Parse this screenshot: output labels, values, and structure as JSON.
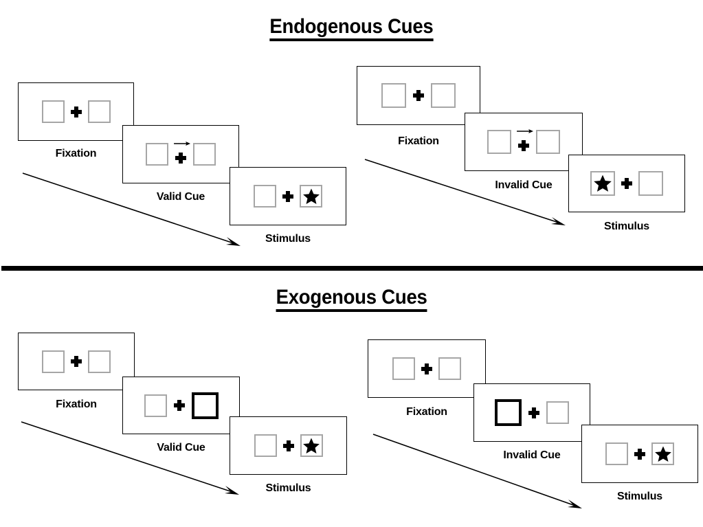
{
  "figure": {
    "sections": [
      {
        "id": "endogenous",
        "title": "Endogenous Cues",
        "sequences": [
          {
            "id": "endogenous-valid",
            "cue_type": "valid",
            "panels": [
              {
                "label": "Fixation",
                "left_box": {
                  "style": "normal",
                  "content": "empty"
                },
                "right_box": {
                  "style": "normal",
                  "content": "empty"
                },
                "cross": true,
                "arrow_cue": "none"
              },
              {
                "label": "Valid Cue",
                "left_box": {
                  "style": "normal",
                  "content": "empty"
                },
                "right_box": {
                  "style": "normal",
                  "content": "empty"
                },
                "cross": true,
                "arrow_cue": "right"
              },
              {
                "label": "Stimulus",
                "left_box": {
                  "style": "normal",
                  "content": "empty"
                },
                "right_box": {
                  "style": "normal",
                  "content": "star"
                },
                "cross": true,
                "arrow_cue": "none"
              }
            ]
          },
          {
            "id": "endogenous-invalid",
            "cue_type": "invalid",
            "panels": [
              {
                "label": "Fixation",
                "left_box": {
                  "style": "normal",
                  "content": "empty"
                },
                "right_box": {
                  "style": "normal",
                  "content": "empty"
                },
                "cross": true,
                "arrow_cue": "none"
              },
              {
                "label": "Invalid Cue",
                "left_box": {
                  "style": "normal",
                  "content": "empty"
                },
                "right_box": {
                  "style": "normal",
                  "content": "empty"
                },
                "cross": true,
                "arrow_cue": "right"
              },
              {
                "label": "Stimulus",
                "left_box": {
                  "style": "normal",
                  "content": "star"
                },
                "right_box": {
                  "style": "normal",
                  "content": "empty"
                },
                "cross": true,
                "arrow_cue": "none"
              }
            ]
          }
        ]
      },
      {
        "id": "exogenous",
        "title": "Exogenous Cues",
        "sequences": [
          {
            "id": "exogenous-valid",
            "cue_type": "valid",
            "panels": [
              {
                "label": "Fixation",
                "left_box": {
                  "style": "normal",
                  "content": "empty"
                },
                "right_box": {
                  "style": "normal",
                  "content": "empty"
                },
                "cross": true,
                "arrow_cue": "none"
              },
              {
                "label": "Valid Cue",
                "left_box": {
                  "style": "normal",
                  "content": "empty"
                },
                "right_box": {
                  "style": "thick",
                  "content": "empty"
                },
                "cross": true,
                "arrow_cue": "none"
              },
              {
                "label": "Stimulus",
                "left_box": {
                  "style": "normal",
                  "content": "empty"
                },
                "right_box": {
                  "style": "normal",
                  "content": "star"
                },
                "cross": true,
                "arrow_cue": "none"
              }
            ]
          },
          {
            "id": "exogenous-invalid",
            "cue_type": "invalid",
            "panels": [
              {
                "label": "Fixation",
                "left_box": {
                  "style": "normal",
                  "content": "empty"
                },
                "right_box": {
                  "style": "normal",
                  "content": "empty"
                },
                "cross": true,
                "arrow_cue": "none"
              },
              {
                "label": "Invalid Cue",
                "left_box": {
                  "style": "thick",
                  "content": "empty"
                },
                "right_box": {
                  "style": "normal",
                  "content": "empty"
                },
                "cross": true,
                "arrow_cue": "none"
              },
              {
                "label": "Stimulus",
                "left_box": {
                  "style": "normal",
                  "content": "empty"
                },
                "right_box": {
                  "style": "normal",
                  "content": "star"
                },
                "cross": true,
                "arrow_cue": "none"
              }
            ]
          }
        ]
      }
    ],
    "colors": {
      "background": "#ffffff",
      "frame_border": "#000000",
      "box_border": "#a6a6a6",
      "cue_box_border": "#000000",
      "ink": "#000000",
      "divider": "#000000"
    }
  }
}
